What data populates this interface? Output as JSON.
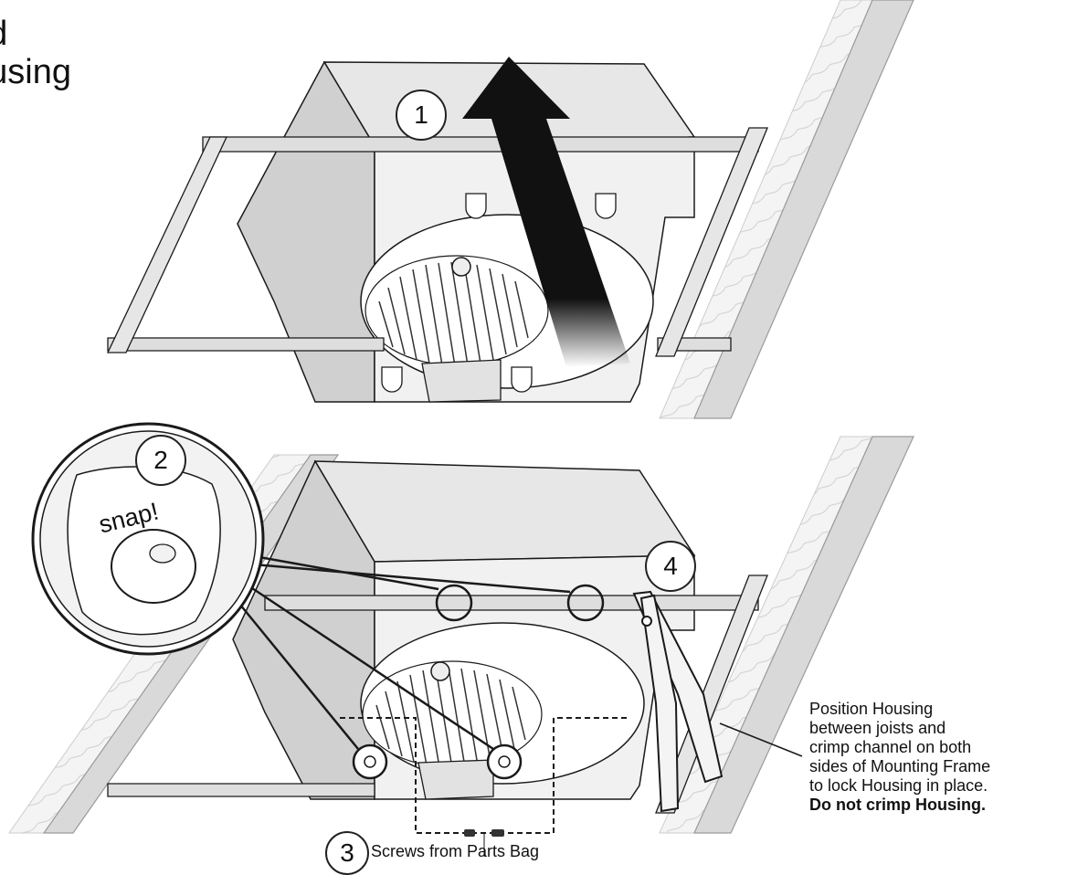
{
  "title": {
    "line1": "nd",
    "line2": "ousing"
  },
  "steps": {
    "s1": "1",
    "s2": "2",
    "s3": "3",
    "s4": "4"
  },
  "snap_label": "snap!",
  "callout": {
    "line1": "Position Housing",
    "line2": "between joists and",
    "line3": "crimp channel on both",
    "line4": "sides of Mounting Frame",
    "line5": "to lock Housing in place.",
    "warning": "Do not crimp Housing."
  },
  "screws_label": "Screws from Parts Bag",
  "colors": {
    "line": "#1a1a1a",
    "housing_light": "#ebebeb",
    "housing_mid": "#d4d4d4",
    "housing_dark": "#b9b9b9",
    "joist": "#f3f3f3",
    "joist_edge": "#c9c9c9",
    "arrow": "#111111"
  }
}
